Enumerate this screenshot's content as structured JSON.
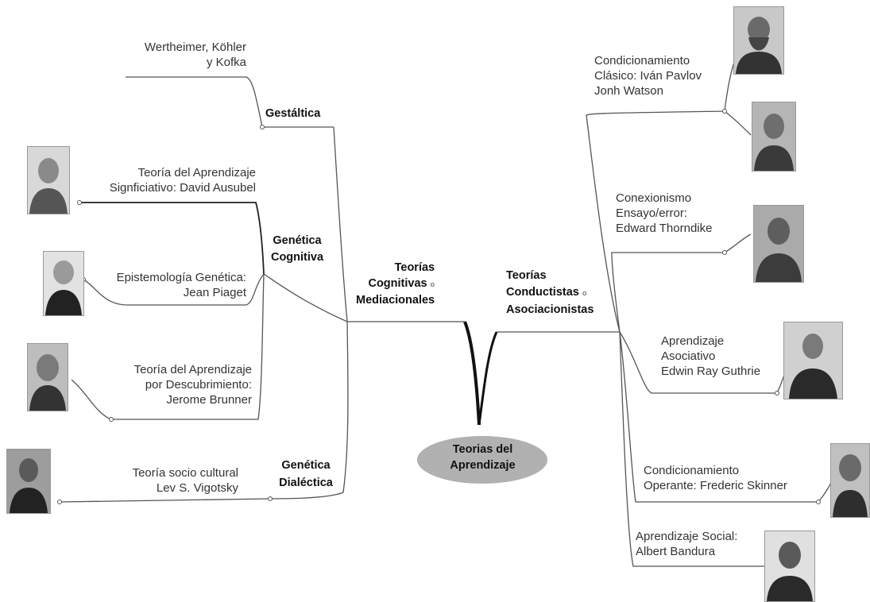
{
  "root": {
    "line1": "Teorias del",
    "line2": "Aprendizaje"
  },
  "left_branch": {
    "line1": "Teorías",
    "line2": "Cognitivas",
    "line3": "Mediacionales",
    "gestaltica": {
      "label": "Gestáltica",
      "item": {
        "line1": "Wertheimer, Köhler",
        "line2": "y Kofka"
      }
    },
    "genetica_cognitiva": {
      "line1": "Genética",
      "line2": "Cognitiva",
      "items": [
        {
          "line1": "Teoría del Aprendizaje",
          "line2": "Signficiativo: David Ausubel"
        },
        {
          "line1": "Epistemología Genética:",
          "line2": "Jean Piaget"
        },
        {
          "line1": "Teoría del Aprendizaje",
          "line2": "por Descubrimiento:",
          "line3": "Jerome Brunner"
        }
      ]
    },
    "genetica_dialectica": {
      "line1": "Genética",
      "line2": "Dialéctica",
      "item": {
        "line1": "Teoría socio cultural",
        "line2": "Lev S. Vigotsky"
      }
    }
  },
  "right_branch": {
    "line1": "Teorías",
    "line2": "Conductistas",
    "line3": "Asociacionistas",
    "items": [
      {
        "line1": "Condicionamiento",
        "line2": "Clásico: Iván Pavlov",
        "line3": "Jonh Watson"
      },
      {
        "line1": "Conexionismo",
        "line2": "Ensayo/error:",
        "line3": "Edward Thorndike"
      },
      {
        "line1": "Aprendizaje",
        "line2": "Asociativo",
        "line3": "Edwin Ray Guthrie"
      },
      {
        "line1": "Condicionamiento",
        "line2": "Operante: Frederic Skinner"
      },
      {
        "line1": "Aprendizaje Social:",
        "line2": "Albert Bandura"
      }
    ]
  },
  "marker": "o"
}
